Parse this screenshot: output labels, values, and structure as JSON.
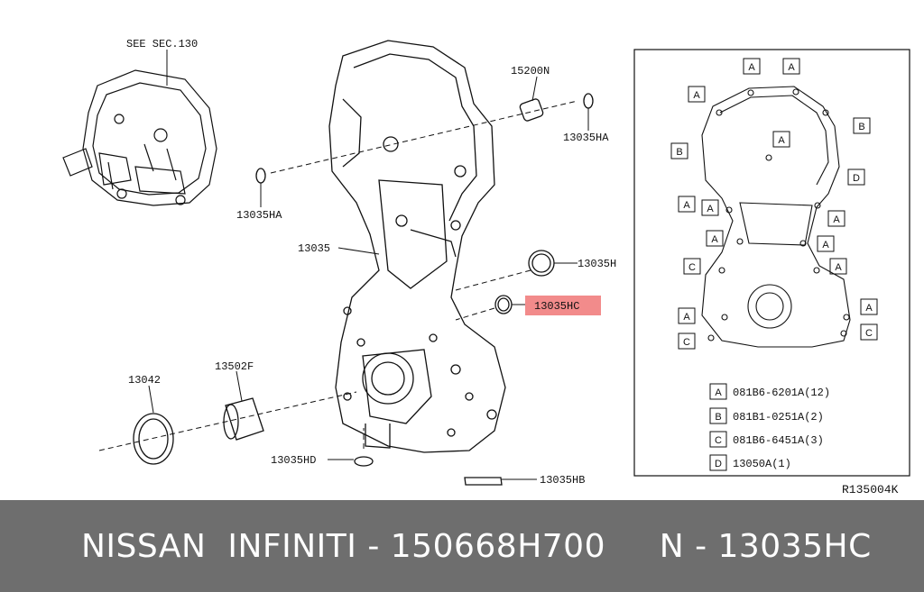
{
  "diagram": {
    "labels": {
      "see_sec": "SEE SEC.130",
      "p15200n": "15200N",
      "p13035ha_right": "13035HA",
      "p13035ha_left": "13035HA",
      "p13035": "13035",
      "p13035h": "13035H",
      "p13035hc": "13035HC",
      "p13042": "13042",
      "p13502f": "13502F",
      "p13035hd": "13035HD",
      "p13035hb": "13035HB"
    },
    "highlight_color": "#f28b8b",
    "ref_code": "R135004K",
    "bolt_letters": {
      "top1": "A",
      "top2": "A",
      "l1": "A",
      "r1": "B",
      "l2": "B",
      "c1": "A",
      "r2": "D",
      "l3": "A",
      "l4": "A",
      "r3": "A",
      "l5": "A",
      "r4": "A",
      "l6": "C",
      "r5": "A",
      "r6": "A",
      "l7": "A",
      "l8": "C",
      "r7": "C"
    },
    "legend": [
      {
        "letter": "A",
        "text": "081B6-6201A(12)"
      },
      {
        "letter": "B",
        "text": "081B1-0251A(2)"
      },
      {
        "letter": "C",
        "text": "081B6-6451A(3)"
      },
      {
        "letter": "D",
        "text": "13050A(1)"
      }
    ]
  },
  "footer": {
    "text": "NISSAN  INFINITI - 150668H700     N - 13035HC"
  }
}
